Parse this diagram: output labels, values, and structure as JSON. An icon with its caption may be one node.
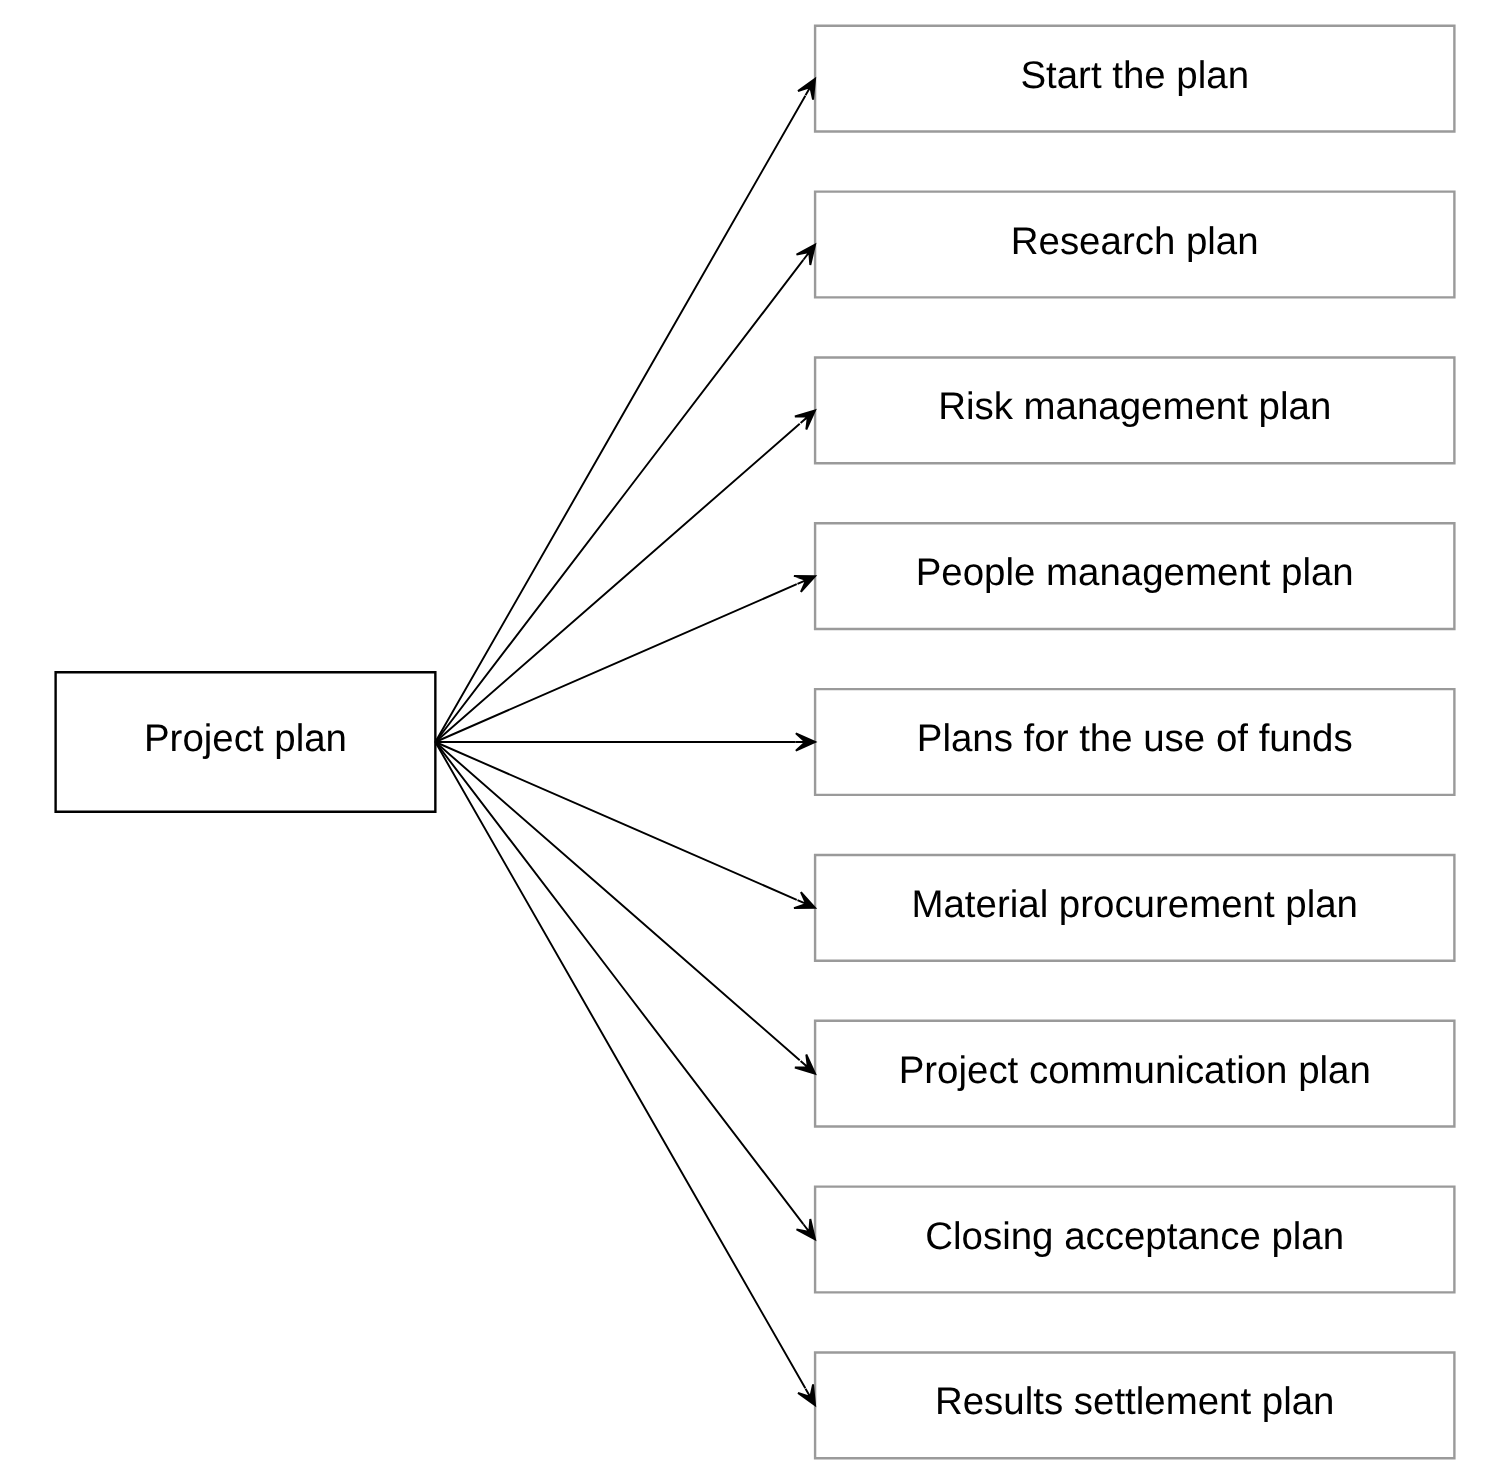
{
  "diagram": {
    "nodes": [
      {
        "text": [
          "Project plan"
        ]
      },
      {
        "text": [
          "Start the plan"
        ]
      },
      {
        "text": [
          "Research plan"
        ]
      },
      {
        "text": [
          "Risk management plan"
        ]
      },
      {
        "text": [
          "People management plan"
        ]
      },
      {
        "text": [
          "Plans for the use of funds"
        ]
      },
      {
        "text": [
          "Material procurement plan"
        ]
      },
      {
        "text": [
          "Project communication plan"
        ]
      },
      {
        "text": [
          "Closing acceptance plan"
        ]
      },
      {
        "text": [
          "Results settlement plan"
        ]
      }
    ],
    "edges": [
      {
        "from": 0,
        "to": 1,
        "arrow": "to"
      },
      {
        "from": 0,
        "to": 2,
        "arrow": "to"
      },
      {
        "from": 0,
        "to": 3,
        "arrow": "to"
      },
      {
        "from": 0,
        "to": 4,
        "arrow": "to"
      },
      {
        "from": 0,
        "to": 5,
        "arrow": "to"
      },
      {
        "from": 0,
        "to": 6,
        "arrow": "to"
      },
      {
        "from": 0,
        "to": 7,
        "arrow": "to"
      },
      {
        "from": 0,
        "to": 8,
        "arrow": "to"
      },
      {
        "from": 0,
        "to": 9,
        "arrow": "to"
      }
    ]
  }
}
